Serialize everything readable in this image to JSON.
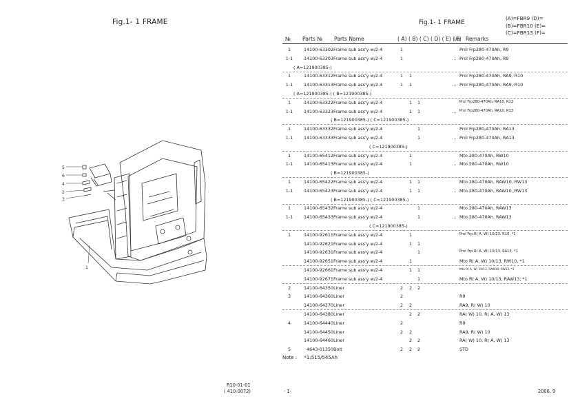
{
  "left_title": "Fig.1- 1  FRAME",
  "right_title": "Fig.1- 1  FRAME",
  "legend": [
    "(A)=FBR9    (D)=",
    "(B)=FBR10   (E)=",
    "(C)=FBR13   (F)="
  ],
  "callouts": [
    "5",
    "6",
    "4",
    "2",
    "3",
    "1"
  ],
  "headers": {
    "no": "№",
    "part_no": "Parts  №",
    "name": "Parts  Name",
    "cols": "( A) ( B) ( C) ( D) ( E) ( F)",
    "ia": "i/a",
    "remarks": "Remarks"
  },
  "rows": [
    {
      "no": "1",
      "pn": "14100-63302",
      "name": "Frame sub ass'y w/2-4",
      "a": "1",
      "b": "",
      "c": "",
      "ia": "",
      "rem": "Prol Frp280-470Ah, R9"
    },
    {
      "no": "1-1",
      "pn": "14100-63303",
      "name": "Frame sub ass'y w/2-4",
      "a": "1",
      "b": "",
      "c": "",
      "ia": "…",
      "rem": "Prol Frp280-470Ah, R9"
    },
    {
      "note": "( A=121900385-)",
      "sep": true
    },
    {
      "no": "1",
      "pn": "14100-63312",
      "name": "Frame sub ass'y w/2-4",
      "a": "1",
      "b": "1",
      "c": "",
      "ia": "",
      "rem": "Prol Frp280-470Ah, RA9, R10"
    },
    {
      "no": "1-1",
      "pn": "14100-63313",
      "name": "Frame sub ass'y w/2-4",
      "a": "1",
      "b": "1",
      "c": "",
      "ia": "…",
      "rem": "Prol Frp280-470Ah, RA9, R10"
    },
    {
      "note": "( A=121900385-) ( B=121900385-)",
      "sep": true
    },
    {
      "no": "1",
      "pn": "14100-63322",
      "name": "Frame sub ass'y w/2-4",
      "a": "",
      "b": "1",
      "c": "1",
      "ia": "",
      "rem": "Prol Frp280-470Ah, RA10, R13",
      "small": true
    },
    {
      "no": "1-1",
      "pn": "14100-63323",
      "name": "Frame sub ass'y w/2-4",
      "a": "",
      "b": "1",
      "c": "1",
      "ia": "…",
      "rem": "Prol Frp280-470Ah, RA10, R13",
      "small": true
    },
    {
      "note": "( B=121900385-) ( C=121900385-)",
      "sep": true,
      "indent": true
    },
    {
      "no": "1",
      "pn": "14100-63332",
      "name": "Frame sub ass'y w/2-4",
      "a": "",
      "b": "",
      "c": "1",
      "ia": "",
      "rem": "Prol Frp280-470Ah, RA13"
    },
    {
      "no": "1-1",
      "pn": "14100-63333",
      "name": "Frame sub ass'y w/2-4",
      "a": "",
      "b": "",
      "c": "1",
      "ia": "…",
      "rem": "Prol Frp280-470Ah, RA13"
    },
    {
      "note": "( C=121900385-)",
      "sep": true,
      "indent2": true
    },
    {
      "no": "1",
      "pn": "14100-65412",
      "name": "Frame sub ass'y w/2-4",
      "a": "",
      "b": "1",
      "c": "",
      "ia": "",
      "rem": "Mto.280-470Ah, RW10"
    },
    {
      "no": "1-1",
      "pn": "14100-65413",
      "name": "Frame sub ass'y w/2-4",
      "a": "",
      "b": "1",
      "c": "",
      "ia": "…",
      "rem": "Mto.280-470Ah, RW10"
    },
    {
      "note": "( B=121900385-)",
      "sep": true,
      "indent": true
    },
    {
      "no": "1",
      "pn": "14100-65422",
      "name": "Frame sub ass'y w/2-4",
      "a": "",
      "b": "1",
      "c": "1",
      "ia": "",
      "rem": "Mto.280-470Ah, RAW10, RW13"
    },
    {
      "no": "1-1",
      "pn": "14100-65423",
      "name": "Frame sub ass'y w/2-4",
      "a": "",
      "b": "1",
      "c": "1",
      "ia": "…",
      "rem": "Mto.280-470Ah, RAW10, RW13"
    },
    {
      "note": "( B=121900385-) ( C=121900385-)",
      "sep": true,
      "indent": true
    },
    {
      "no": "1",
      "pn": "14100-65432",
      "name": "Frame sub ass'y w/2-4",
      "a": "",
      "b": "",
      "c": "1",
      "ia": "",
      "rem": "Mto.280-470Ah, RAW13"
    },
    {
      "no": "1-1",
      "pn": "14100-65433",
      "name": "Frame sub ass'y w/2-4",
      "a": "",
      "b": "",
      "c": "1",
      "ia": "…",
      "rem": "Mto.280-470Ah, RAW13"
    },
    {
      "note": "( C=121900385-)",
      "sep": true,
      "indent2": true
    },
    {
      "no": "1",
      "pn": "14100-92611",
      "name": "Frame sub ass'y w/2-4",
      "a": "",
      "b": "1",
      "c": "",
      "ia": "",
      "rem": "Prol Frp R( A, W) 10/13, R10, *1",
      "small": true
    },
    {
      "no": "",
      "pn": "14100-92621",
      "name": "Frame sub ass'y w/2-4",
      "a": "",
      "b": "1",
      "c": "1",
      "ia": "",
      "rem": ""
    },
    {
      "no": "",
      "pn": "14100-92631",
      "name": "Frame sub ass'y w/2-4",
      "a": "",
      "b": "",
      "c": "1",
      "ia": "",
      "rem": "Prol Frp R( A, W) 10/13, RA13, *1",
      "small": true
    },
    {
      "no": "",
      "pn": "14100-92651",
      "name": "Frame sub ass'y w/2-4",
      "a": "",
      "b": "1",
      "c": "",
      "ia": "",
      "rem": "Mto R( A, W) 10/13, RW10, *1",
      "sep": true
    },
    {
      "no": "",
      "pn": "14100-92661",
      "name": "Frame sub ass'y w/2-4",
      "a": "",
      "b": "1",
      "c": "1",
      "ia": "",
      "rem": "Mto R( A, W) 10/13, RAW10, RW13, *1",
      "tiny": true
    },
    {
      "no": "",
      "pn": "14100-92671",
      "name": "Frame sub ass'y w/2-4",
      "a": "",
      "b": "",
      "c": "1",
      "ia": "",
      "rem": "Mto R( A, W) 10/13, RAW13, *1",
      "sep": true
    },
    {
      "no": "2",
      "pn": "14100-64350",
      "name": "Liner",
      "a": "2",
      "b": "2",
      "c": "2",
      "ia": "",
      "rem": ""
    },
    {
      "no": "3",
      "pn": "14100-64360",
      "name": "Liner",
      "a": "2",
      "b": "",
      "c": "",
      "ia": "",
      "rem": "R9"
    },
    {
      "no": "",
      "pn": "14100-64370",
      "name": "Liner",
      "a": "2",
      "b": "2",
      "c": "",
      "ia": "",
      "rem": "RA9, R( W) 10",
      "sep": true
    },
    {
      "no": "",
      "pn": "14100-64380",
      "name": "Liner",
      "a": "",
      "b": "2",
      "c": "2",
      "ia": "",
      "rem": "RA( W) 10, R( A, W) 13"
    },
    {
      "no": "4",
      "pn": "14100-64440",
      "name": "Liner",
      "a": "2",
      "b": "",
      "c": "",
      "ia": "",
      "rem": "R9"
    },
    {
      "no": "",
      "pn": "14100-64450",
      "name": "Liner",
      "a": "2",
      "b": "2",
      "c": "",
      "ia": "",
      "rem": "RA9, R( W) 10"
    },
    {
      "no": "",
      "pn": "14100-64460",
      "name": "Liner",
      "a": "",
      "b": "2",
      "c": "2",
      "ia": "",
      "rem": "RA( W) 10, R( A, W) 13"
    },
    {
      "no": "5",
      "pn": "4643-01350",
      "name": "Bolt",
      "a": "2",
      "b": "2",
      "c": "2",
      "ia": "",
      "rem": "STD"
    }
  ],
  "note_label": "Note :",
  "note_text": "*1:515/545Ah",
  "footer": {
    "code1": "R10-01-01",
    "code2": "( 410-0072)",
    "page": "- 1-",
    "date": "2006. 9"
  }
}
